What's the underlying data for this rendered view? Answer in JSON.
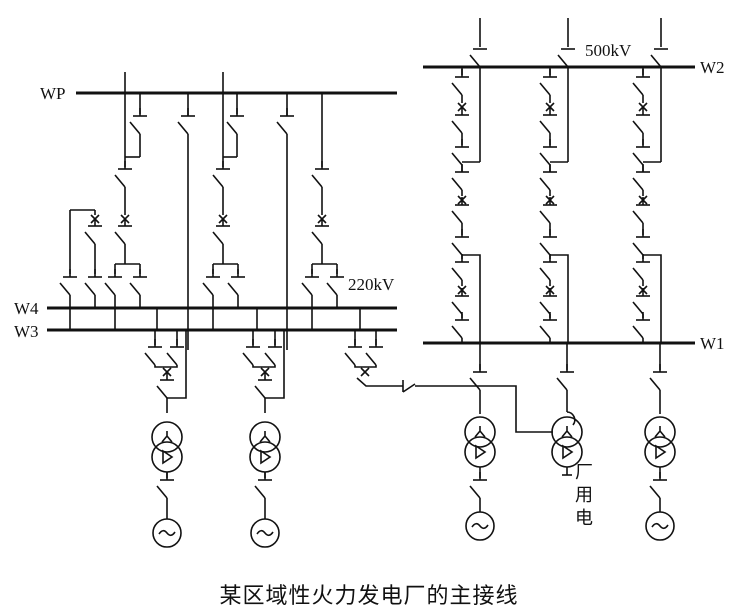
{
  "title": "某区域性火力发电厂的主接线",
  "buses": {
    "wp": "WP",
    "w4": "W4",
    "w3": "W3",
    "w2": "W2",
    "w1": "W1"
  },
  "voltages": {
    "low": "220kV",
    "high": "500kV"
  },
  "station_service": [
    "厂",
    "用",
    "电"
  ],
  "units_220kv": 2,
  "units_500kv": 3,
  "symbols": {
    "generator": "~",
    "transformer_hv": "Y",
    "transformer_lv": "Δ"
  }
}
